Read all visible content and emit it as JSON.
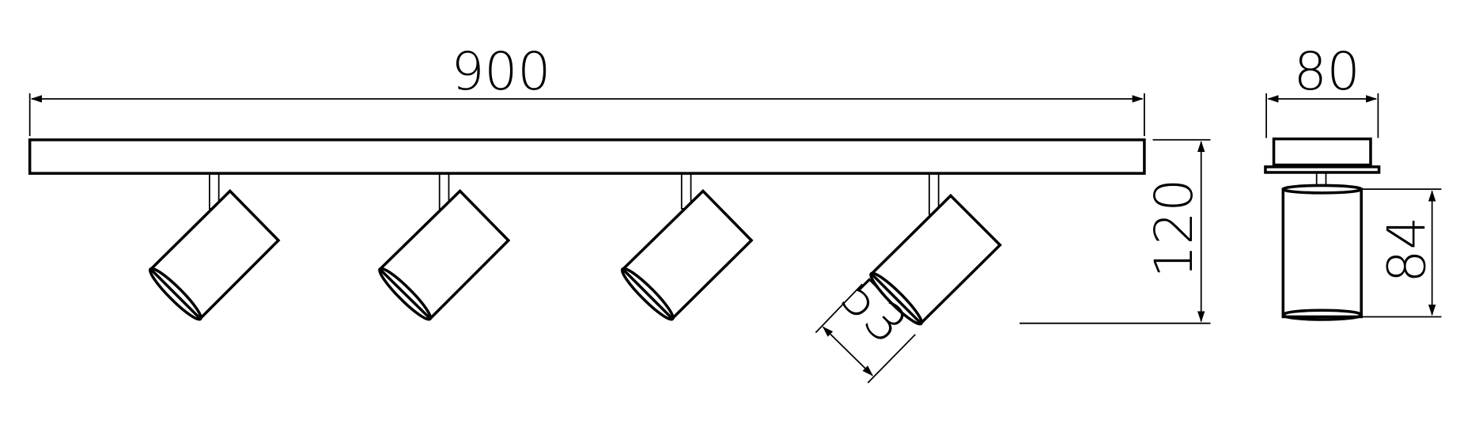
{
  "drawing": {
    "dimensions": {
      "length": "900",
      "height": "120",
      "head_diameter": "53",
      "width": "80",
      "head_length": "84"
    },
    "spot_count": 4,
    "colors": {
      "line": "#000000",
      "background": "#ffffff"
    }
  }
}
